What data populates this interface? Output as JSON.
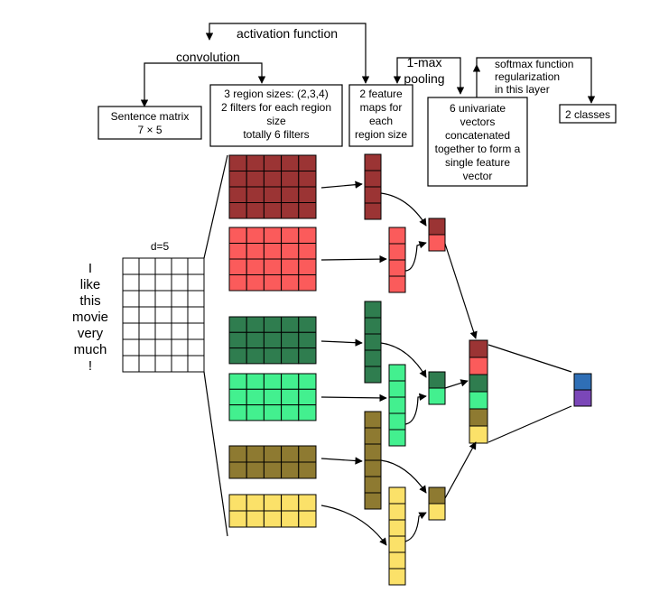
{
  "labels": {
    "activation_function": "activation function",
    "convolution": "convolution",
    "max_pooling_1": "1-max",
    "max_pooling_2": "pooling",
    "softmax_1": "softmax function",
    "softmax_2": "regularization",
    "softmax_3": "in this layer"
  },
  "boxes": {
    "sentence_matrix": [
      "Sentence matrix",
      "7 × 5"
    ],
    "region_sizes": [
      "3 region sizes: (2,3,4)",
      "2 filters for each region",
      "size",
      "totally 6 filters"
    ],
    "feature_maps": [
      "2 feature",
      "maps for",
      "each",
      "region size"
    ],
    "univariate_vectors": [
      "6 univariate",
      "vectors",
      "concatenated",
      "together to form a",
      "single feature",
      "vector"
    ],
    "classes": [
      "2 classes"
    ]
  },
  "sentence": {
    "dim_label": "d=5",
    "words": [
      "I",
      "like",
      "this",
      "movie",
      "very",
      "much",
      "!"
    ]
  },
  "colors": {
    "dark_red": "#9b3434",
    "salmon": "#fb5b5b",
    "dark_green": "#2f7d4f",
    "light_green": "#43f08f",
    "olive": "#8e7a31",
    "yellow": "#fbe169",
    "blue": "#2f6fb6",
    "purple": "#7b47b8"
  }
}
